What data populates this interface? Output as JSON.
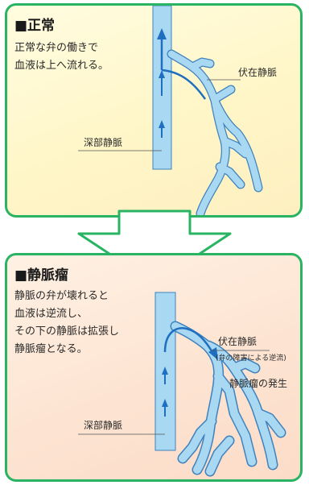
{
  "normal": {
    "title": "■正常",
    "description": "正常な弁の働きで\n血液は上へ流れる。",
    "superficial_vein_label": "伏在静脈",
    "deep_vein_label": "深部静脈"
  },
  "varicose": {
    "title": "■静脈瘤",
    "description": "静脈の弁が壊れると\n血液は逆流し、\nその下の静脈は拡張し\n静脈瘤となる。",
    "superficial_vein_label": "伏在静脈",
    "superficial_vein_note": "(弁の障害による逆流)",
    "varix_label": "静脈瘤の発生",
    "deep_vein_label": "深部静脈"
  },
  "colors": {
    "border": "#28b463",
    "vein_fill": "#a9d8f3",
    "vein_stroke": "#3f82bd",
    "flow_arrow": "#1f6fc0",
    "connector_arrow": "#ffffff"
  }
}
